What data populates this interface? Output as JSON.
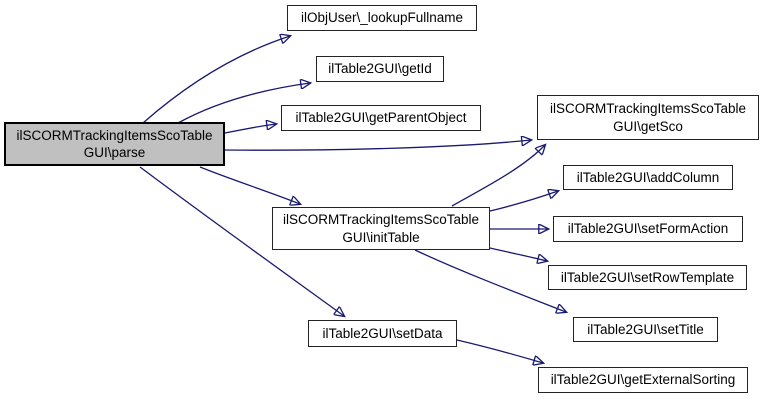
{
  "diagram": {
    "kind": "call-graph",
    "colors": {
      "edge": "#191970",
      "node_background": "#ffffff",
      "node_border": "#242424",
      "focus_node_background": "#c0c0c0",
      "focus_node_border": "#000000"
    },
    "nodes": {
      "parse": {
        "line1": "ilSCORMTrackingItemsScoTable",
        "line2": "GUI\\parse"
      },
      "lookupFullname": {
        "label": "ilObjUser\\_lookupFullname"
      },
      "getId": {
        "label": "ilTable2GUI\\getId"
      },
      "getParentObject": {
        "label": "ilTable2GUI\\getParentObject"
      },
      "getSco": {
        "line1": "ilSCORMTrackingItemsScoTable",
        "line2": "GUI\\getSco"
      },
      "initTable": {
        "line1": "ilSCORMTrackingItemsScoTable",
        "line2": "GUI\\initTable"
      },
      "addColumn": {
        "label": "ilTable2GUI\\addColumn"
      },
      "setFormAction": {
        "label": "ilTable2GUI\\setFormAction"
      },
      "setRowTemplate": {
        "label": "ilTable2GUI\\setRowTemplate"
      },
      "setTitle": {
        "label": "ilTable2GUI\\setTitle"
      },
      "setData": {
        "label": "ilTable2GUI\\setData"
      },
      "getExternalSorting": {
        "label": "ilTable2GUI\\getExternalSorting"
      }
    },
    "edges": [
      {
        "from": "parse",
        "to": "lookupFullname"
      },
      {
        "from": "parse",
        "to": "getId"
      },
      {
        "from": "parse",
        "to": "getParentObject"
      },
      {
        "from": "parse",
        "to": "getSco"
      },
      {
        "from": "parse",
        "to": "initTable"
      },
      {
        "from": "parse",
        "to": "setData"
      },
      {
        "from": "initTable",
        "to": "getSco"
      },
      {
        "from": "initTable",
        "to": "addColumn"
      },
      {
        "from": "initTable",
        "to": "setFormAction"
      },
      {
        "from": "initTable",
        "to": "setRowTemplate"
      },
      {
        "from": "initTable",
        "to": "setTitle"
      },
      {
        "from": "setData",
        "to": "getExternalSorting"
      }
    ]
  }
}
